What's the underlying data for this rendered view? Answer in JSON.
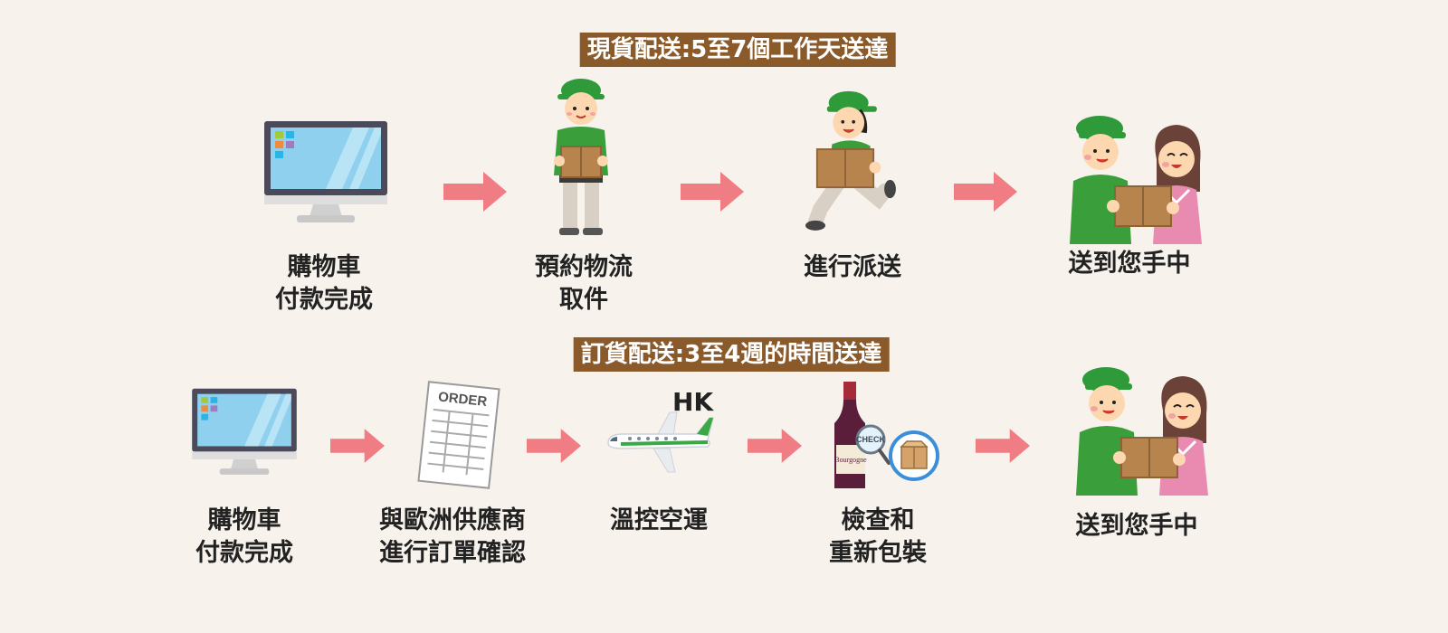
{
  "stock": {
    "banner": "現貨配送:5至7個工作天送達",
    "steps": [
      {
        "line1": "購物車",
        "line2": "付款完成",
        "icon": "computer-monitor-icon"
      },
      {
        "line1": "預約物流",
        "line2": "取件",
        "icon": "delivery-person-standing-icon"
      },
      {
        "line1": "進行派送",
        "line2": "",
        "icon": "delivery-person-running-icon"
      },
      {
        "line1": "送到您手中",
        "line2": "",
        "icon": "package-handover-icon"
      }
    ]
  },
  "order": {
    "banner": "訂貨配送:3至4週的時間送達",
    "steps": [
      {
        "line1": "購物車",
        "line2": "付款完成",
        "icon": "computer-monitor-icon"
      },
      {
        "line1": "與歐洲供應商",
        "line2": "進行訂單確認",
        "icon": "order-form-icon"
      },
      {
        "line1": "溫控空運",
        "line2": "",
        "icon": "airplane-icon"
      },
      {
        "line1": "檢查和",
        "line2": "重新包裝",
        "icon": "wine-check-icon"
      },
      {
        "line1": "送到您手中",
        "line2": "",
        "icon": "package-handover-icon"
      }
    ]
  },
  "illustration_text": {
    "order_form": "ORDER",
    "destination": "HK",
    "check": "CHECK",
    "wine_label": "Bourgogne"
  },
  "colors": {
    "banner_bg": "#8a5a2b",
    "arrow": "#f07d83",
    "uniform_green": "#3a9e3a",
    "background": "#f7f2ec"
  }
}
